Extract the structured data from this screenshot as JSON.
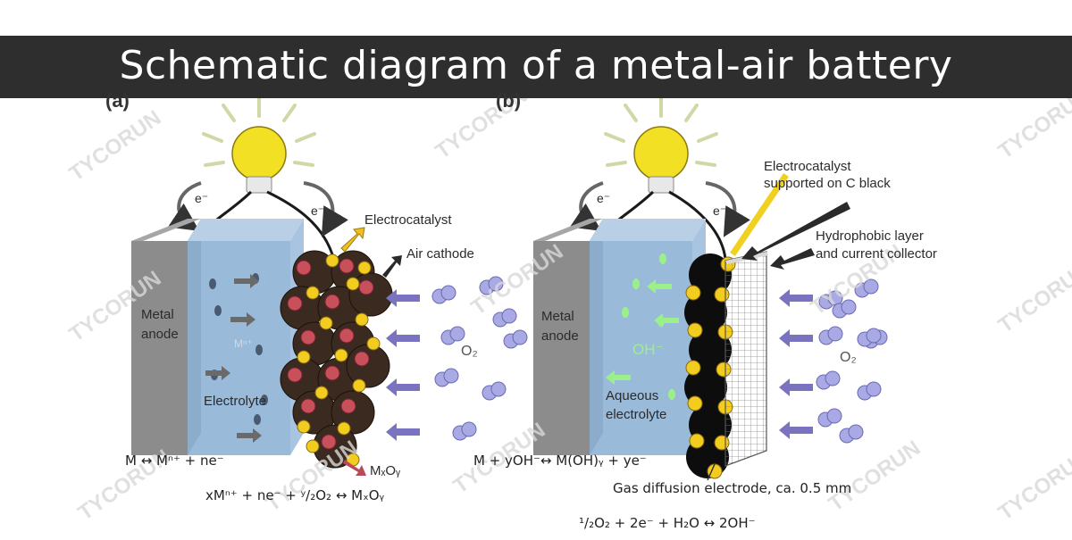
{
  "title": "Schematic diagram of a metal-air battery",
  "watermark": "TYCORUN",
  "panel_a": {
    "letter": "(a)",
    "electron_left": "e⁻",
    "electron_right": "e⁻",
    "electrocatalyst": "Electrocatalyst",
    "air_cathode": "Air cathode",
    "metal_anode_line1": "Metal",
    "metal_anode_line2": "anode",
    "ion": "Mⁿ⁺",
    "electrolyte": "Electrolyte",
    "o2": "O₂",
    "product": "MₓOᵧ",
    "eq1": "M ↔  Mⁿ⁺ + ne⁻",
    "eq2": "xMⁿ⁺ + ne⁻ + ʸ/₂O₂ ↔  MₓOᵧ"
  },
  "panel_b": {
    "letter": "(b)",
    "electron_left": "e⁻",
    "electron_right": "e⁻",
    "catalyst_line1": "Electrocatalyst",
    "catalyst_line2": "supported on C black",
    "hydrophobic_line1": "Hydrophobic layer",
    "hydrophobic_line2": "and current collector",
    "metal_anode_line1": "Metal",
    "metal_anode_line2": "anode",
    "oh": "OH⁻",
    "aqueous_line1": "Aqueous",
    "aqueous_line2": "electrolyte",
    "o2": "O₂",
    "eq1": "M + yOH⁻↔  M(OH)ᵧ + ye⁻",
    "gde": "Gas diffusion electrode, ca. 0.5 mm",
    "eq2": "¹/₂O₂ + 2e⁻ + H₂O ↔ 2OH⁻"
  },
  "colors": {
    "banner": "#2e2e2e",
    "anode": "#8c8c8c",
    "electrolyte": "#8fb3d6",
    "catalyst_yellow": "#f2cc1f",
    "particle_red": "#c8505a",
    "carbon_dark": "#3a2a1f",
    "oxygen": "#9a9ad8",
    "arrow_purple": "#7a74c0",
    "oh_green": "#9cf08a"
  }
}
